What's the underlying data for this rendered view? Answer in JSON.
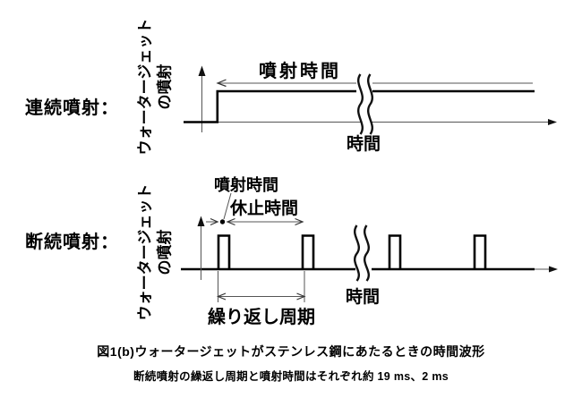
{
  "page": {
    "background_color": "#ffffff",
    "ink_color": "#000000",
    "thin_line_color": "#555555"
  },
  "rows": [
    {
      "label": "連続噴射：",
      "axis_label_line1": "ウォータージェット",
      "axis_label_line2": "の噴射"
    },
    {
      "label": "断続噴射：",
      "axis_label_line1": "ウォータージェット",
      "axis_label_line2": "の噴射"
    }
  ],
  "top_diagram": {
    "type": "continuous-step-waveform",
    "duration_label": "噴射時間",
    "time_axis_label": "時間"
  },
  "bottom_diagram": {
    "type": "pulse-train-waveform",
    "jet_time_label": "噴射時間",
    "rest_time_label": "休止時間",
    "period_label": "繰り返し周期",
    "time_axis_label": "時間"
  },
  "caption": {
    "line1": "図1(b)ウォータージェットがステンレス鋼にあたるときの時間波形",
    "line2": "断続噴射の繰返し周期と噴射時間はそれぞれ約 19 ms、2 ms"
  }
}
